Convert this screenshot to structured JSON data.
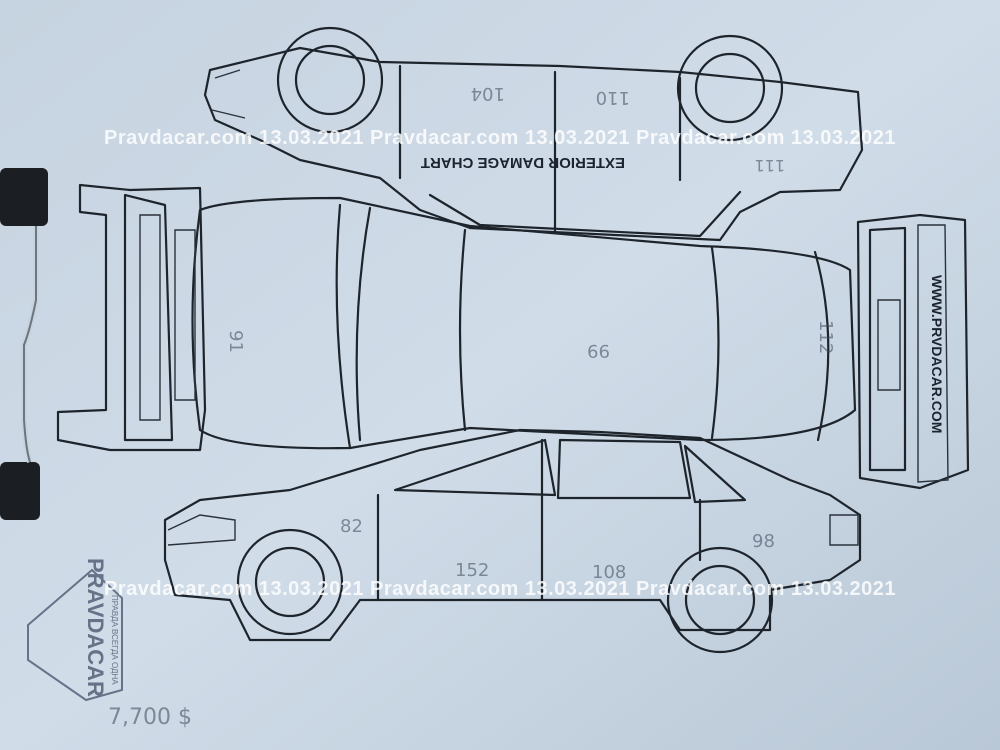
{
  "sheet": {
    "heading": "EXTERIOR DAMAGE CHART",
    "website": "WWW.PRVDACAR.COM",
    "price_note": "7,700 $"
  },
  "watermarks": {
    "top": "Pravdacar.com 13.03.2021 Pravdacar.com 13.03.2021 Pravdacar.com 13.03.2021",
    "bottom": "Pravdacar.com 13.03.2021 Pravdacar.com 13.03.2021 Pravdacar.com 13.03.2021"
  },
  "stamp": {
    "brand": "PRAVDACAR",
    "slogan": "ПРАВДА ВСЕГДА ОДНА"
  },
  "paint_readings": {
    "top_view": {
      "left_door": "104",
      "right_door": "110",
      "right_rear": "111",
      "hood": "91",
      "roof": "99",
      "trunk": "112"
    },
    "side_view": {
      "front_fender": "82",
      "front_door": "152",
      "rear_door": "108",
      "rear_fender": "98"
    }
  },
  "colors": {
    "paper": "#c9d6e3",
    "ink": "#1e242c",
    "watermark": "#ffffff"
  }
}
